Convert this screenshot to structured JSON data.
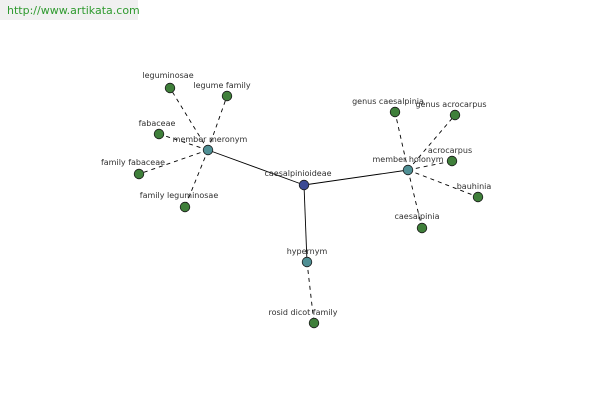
{
  "site": {
    "url": "http://www.artikata.com"
  },
  "colors": {
    "center": "#3b4a94",
    "relation": "#4f8f94",
    "leaf": "#3f7f3a",
    "edge": "#000000",
    "url": "#2f9a2f"
  },
  "graph": {
    "center": {
      "id": "caesalpinioideae",
      "label": "caesalpinioideae"
    },
    "relations": [
      {
        "id": "member-meronym",
        "label": "member meronym"
      },
      {
        "id": "member-holonym",
        "label": "member holonym"
      },
      {
        "id": "hypernym",
        "label": "hypernym"
      }
    ],
    "leaves": [
      {
        "id": "leguminosae",
        "label": "leguminosae",
        "parent": "member-meronym"
      },
      {
        "id": "legume-family",
        "label": "legume family",
        "parent": "member-meronym"
      },
      {
        "id": "fabaceae",
        "label": "fabaceae",
        "parent": "member-meronym"
      },
      {
        "id": "family-fabaceae",
        "label": "family fabaceae",
        "parent": "member-meronym"
      },
      {
        "id": "family-leguminosae",
        "label": "family leguminosae",
        "parent": "member-meronym"
      },
      {
        "id": "genus-caesalpinia",
        "label": "genus caesalpinia",
        "parent": "member-holonym"
      },
      {
        "id": "genus-acrocarpus",
        "label": "genus acrocarpus",
        "parent": "member-holonym"
      },
      {
        "id": "acrocarpus",
        "label": "acrocarpus",
        "parent": "member-holonym"
      },
      {
        "id": "bauhinia",
        "label": "bauhinia",
        "parent": "member-holonym"
      },
      {
        "id": "caesalpinia",
        "label": "caesalpinia",
        "parent": "member-holonym"
      },
      {
        "id": "rosid-dicot-family",
        "label": "rosid dicot family",
        "parent": "hypernym"
      }
    ]
  }
}
